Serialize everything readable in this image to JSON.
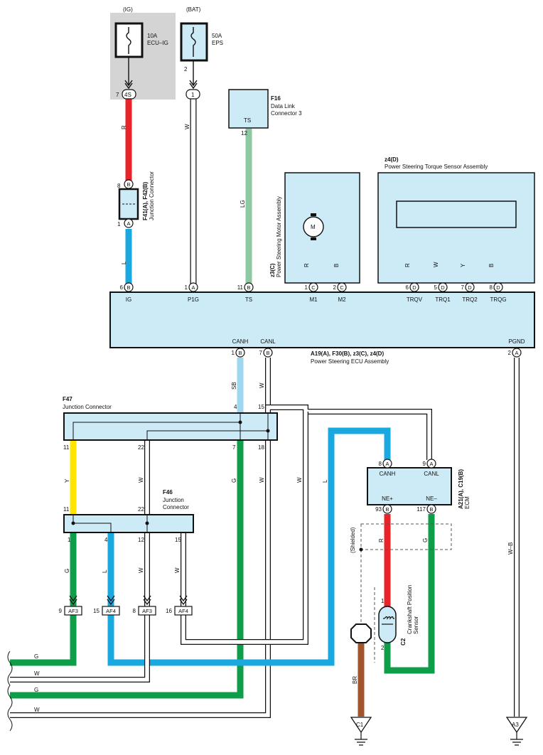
{
  "colors": {
    "component_fill": "#cdebf7",
    "ig_shade": "#d4d4d4",
    "red": "#e8232a",
    "green": "#0e9e4a",
    "blue": "#19a8e0",
    "lightgreen": "#8dc9a0",
    "skyblue": "#9fd6f0",
    "yellow": "#ffe600",
    "brown": "#a2552c",
    "black": "#1a1a1a"
  },
  "fuses": {
    "ig": {
      "source": "(IG)",
      "rating": "10A",
      "name": "ECU–IG",
      "pin": "7",
      "connector": "4S"
    },
    "bat": {
      "source": "(BAT)",
      "rating": "50A",
      "name": "EPS",
      "fuse_pin": "2",
      "connector": "1"
    }
  },
  "dlc": {
    "ref": "F16",
    "line1": "Data Link",
    "line2": "Connector 3",
    "terminal": "TS",
    "pin": "12"
  },
  "f41": {
    "label": "F41(A), F42(B)",
    "sub": "Junction Connector",
    "top_pin": "8",
    "top_conn": "B",
    "bot_pin": "1",
    "bot_conn": "A"
  },
  "motor": {
    "label": "z3(C)",
    "sub": "Power Steering Motor Assembly",
    "symbol": "M"
  },
  "torque": {
    "label": "z4(D)",
    "sub": "Power Steering Torque Sensor Assembly"
  },
  "ecu": {
    "label": "A19(A), F30(B), z3(C), z4(D)",
    "sub": "Power Steering ECU Assembly",
    "top_pins": [
      {
        "num": "6",
        "conn": "B",
        "name": "IG"
      },
      {
        "num": "1",
        "conn": "A",
        "name": "P1G"
      },
      {
        "num": "11",
        "conn": "B",
        "name": "TS"
      },
      {
        "num": "1",
        "conn": "C",
        "name": "M1"
      },
      {
        "num": "2",
        "conn": "C",
        "name": "M2"
      },
      {
        "num": "6",
        "conn": "D",
        "name": "TRQV"
      },
      {
        "num": "5",
        "conn": "D",
        "name": "TRQ1"
      },
      {
        "num": "7",
        "conn": "D",
        "name": "TRQ2"
      },
      {
        "num": "8",
        "conn": "D",
        "name": "TRQG"
      }
    ],
    "bottom_pins": [
      {
        "num": "1",
        "conn": "B",
        "name": "CANH"
      },
      {
        "num": "7",
        "conn": "B",
        "name": "CANL"
      },
      {
        "num": "2",
        "conn": "A",
        "name": "PGND"
      }
    ]
  },
  "wires": {
    "r": "R",
    "w": "W",
    "lg": "LG",
    "l": "L",
    "b": "B",
    "y": "Y",
    "g": "G",
    "sb": "SB",
    "br": "BR",
    "wb": "W–B"
  },
  "f47": {
    "ref": "F47",
    "name": "Junction Connector",
    "pins": [
      "4",
      "15",
      "11",
      "22",
      "7",
      "18"
    ]
  },
  "f46": {
    "ref": "F46",
    "line1": "Junction",
    "line2": "Connector",
    "pins": [
      "11",
      "22",
      "1",
      "4",
      "12",
      "15"
    ]
  },
  "ecm": {
    "label": "A21(A), C19(B)",
    "sub": "ECM",
    "pins": [
      {
        "num": "8",
        "conn": "A",
        "name": "CANH"
      },
      {
        "num": "9",
        "conn": "A",
        "name": "CANL"
      },
      {
        "num": "93",
        "conn": "B",
        "name": "NE+"
      },
      {
        "num": "117",
        "conn": "B",
        "name": "NE–"
      }
    ]
  },
  "crank": {
    "label": "C2",
    "sub1": "Crankshaft Position",
    "sub2": "Sensor",
    "pin1": "1",
    "pin2": "2"
  },
  "shielded": "(Shielded)",
  "bottom_connectors": [
    {
      "pin": "9",
      "name": "AF3"
    },
    {
      "pin": "15",
      "name": "AF4"
    },
    {
      "pin": "8",
      "name": "AF3"
    },
    {
      "pin": "16",
      "name": "AF4"
    }
  ],
  "grounds": {
    "c1": "C1",
    "a3": "A3"
  }
}
